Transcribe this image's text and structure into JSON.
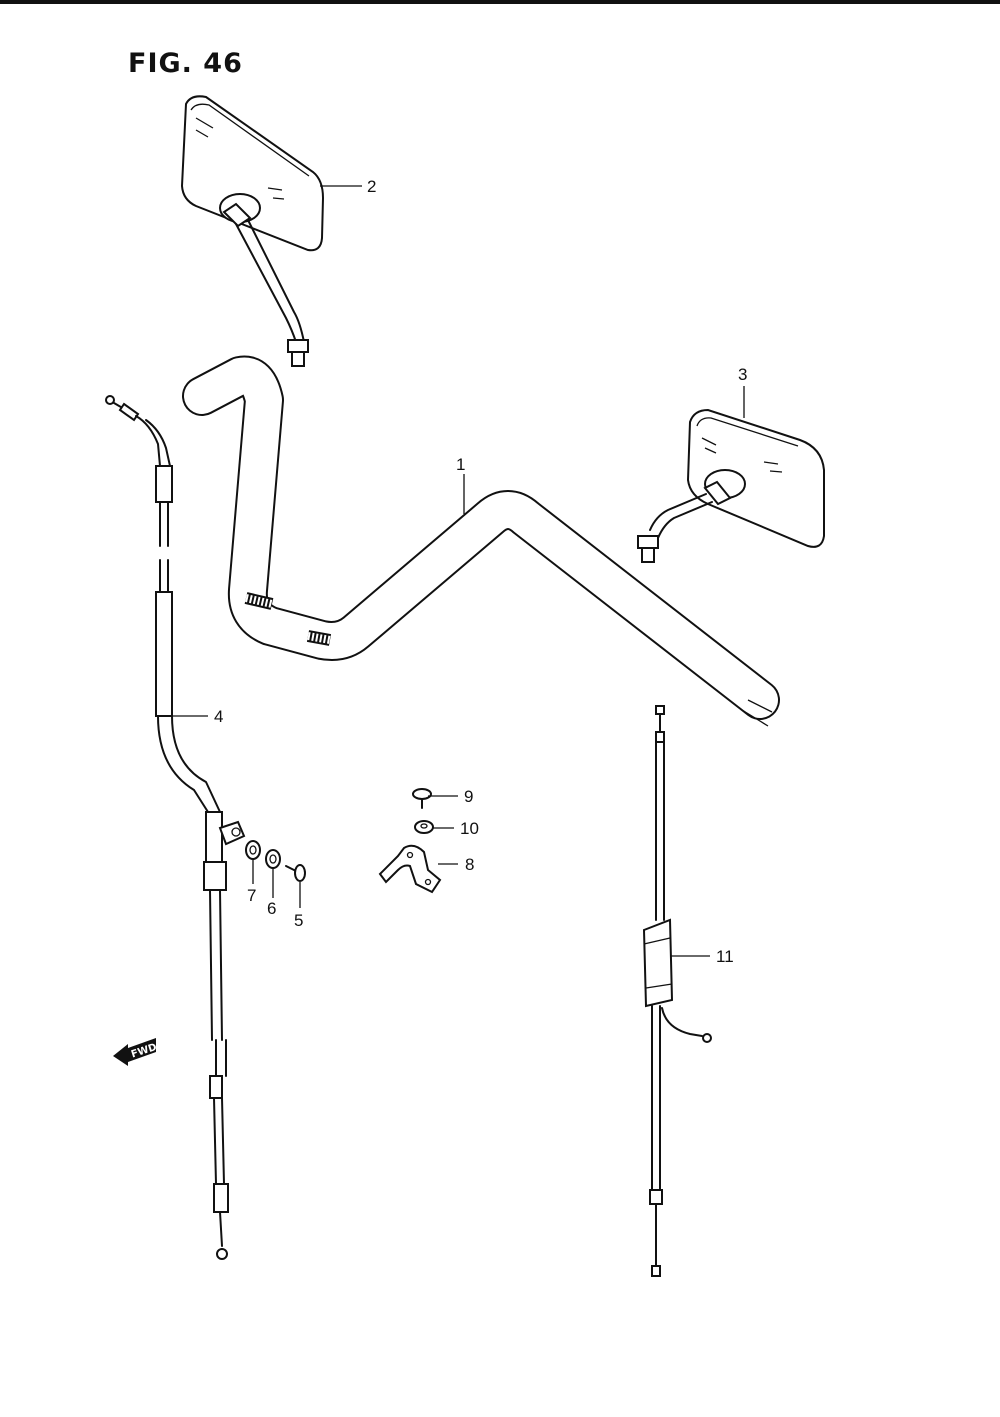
{
  "figure": {
    "title": "FIG. 46"
  },
  "direction_badge": {
    "label": "FWD"
  },
  "callouts": [
    {
      "id": "1",
      "label": "1"
    },
    {
      "id": "2",
      "label": "2"
    },
    {
      "id": "3",
      "label": "3"
    },
    {
      "id": "4",
      "label": "4"
    },
    {
      "id": "5",
      "label": "5"
    },
    {
      "id": "6",
      "label": "6"
    },
    {
      "id": "7",
      "label": "7"
    },
    {
      "id": "8",
      "label": "8"
    },
    {
      "id": "9",
      "label": "9"
    },
    {
      "id": "10",
      "label": "10"
    },
    {
      "id": "11",
      "label": "11"
    }
  ]
}
